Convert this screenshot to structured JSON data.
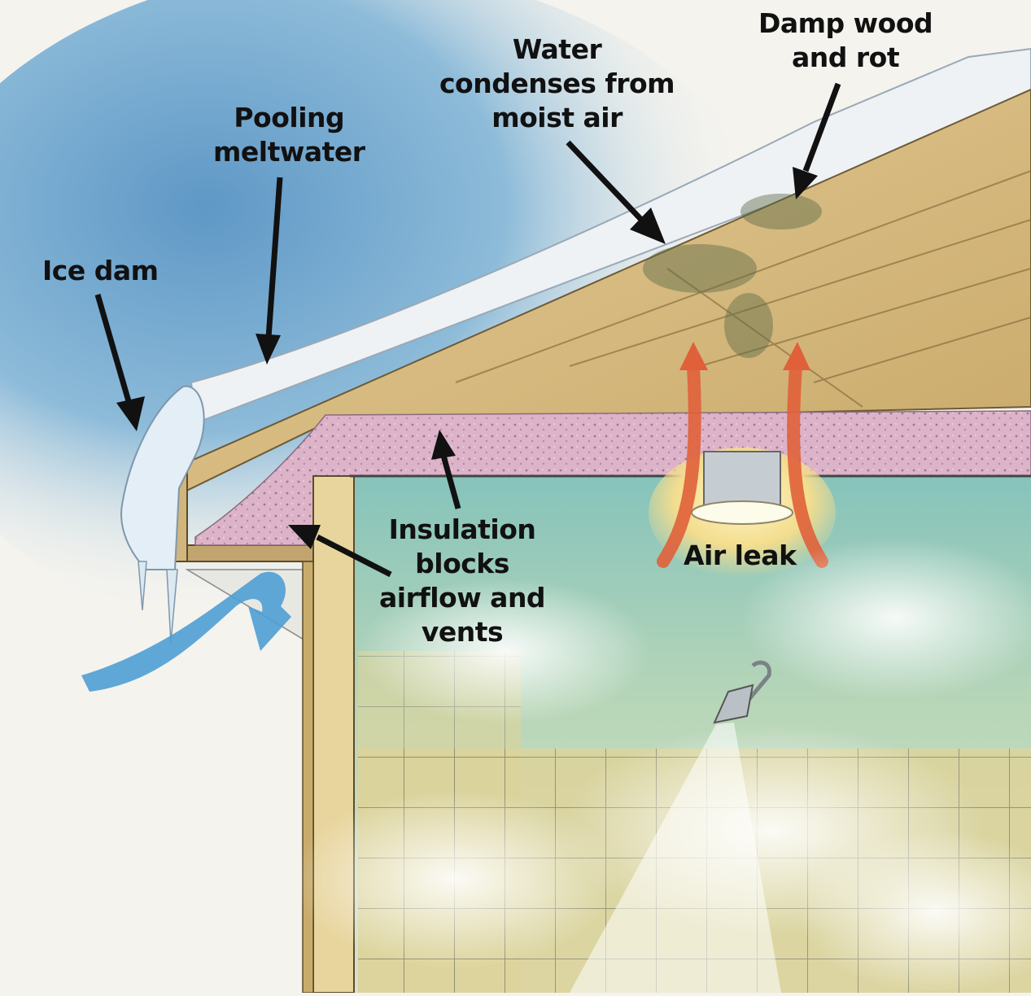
{
  "diagram": {
    "subject": "Attic moisture and ice dam causes",
    "colors": {
      "sky_blue": "#7fb0d4",
      "background": "#f4f3ee",
      "wood": "#d8bd84",
      "wood_dark": "#b99a5c",
      "insulation_pink": "#d9aec6",
      "snow": "#eef2f5",
      "ice": "#d8e8f2",
      "bathroom_teal": "#8fc6bd",
      "tile_yellow": "#ddd39a",
      "warm_air_red": "#e0603a",
      "cold_air_blue": "#4f9fd4",
      "arrow_black": "#111111"
    },
    "labels": [
      {
        "id": "ice-dam",
        "lines": [
          "Ice dam"
        ]
      },
      {
        "id": "pooling-meltwater",
        "lines": [
          "Pooling",
          "meltwater"
        ]
      },
      {
        "id": "water-condenses",
        "lines": [
          "Water",
          "condenses from",
          "moist air"
        ]
      },
      {
        "id": "damp-wood",
        "lines": [
          "Damp wood",
          "and rot"
        ]
      },
      {
        "id": "insulation-blocks",
        "lines": [
          "Insulation",
          "blocks",
          "airflow and",
          "vents"
        ]
      },
      {
        "id": "air-leak",
        "lines": [
          "Air leak"
        ]
      }
    ]
  }
}
